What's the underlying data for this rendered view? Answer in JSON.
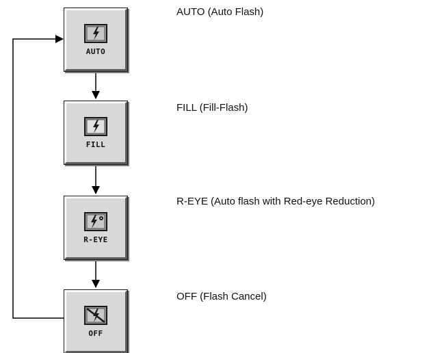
{
  "modes": [
    {
      "button_label": "AUTO",
      "description": "AUTO (Auto Flash)",
      "icon": "auto-flash-icon"
    },
    {
      "button_label": "FILL",
      "description": "FILL (Fill-Flash)",
      "icon": "fill-flash-icon"
    },
    {
      "button_label": "R-EYE",
      "description": "R-EYE (Auto flash with Red-eye Reduction)",
      "icon": "red-eye-icon"
    },
    {
      "button_label": "OFF",
      "description": "OFF (Flash Cancel)",
      "icon": "flash-off-icon"
    }
  ],
  "colors": {
    "button_face": "#d8d8d8",
    "line": "#000000",
    "text": "#111111"
  }
}
